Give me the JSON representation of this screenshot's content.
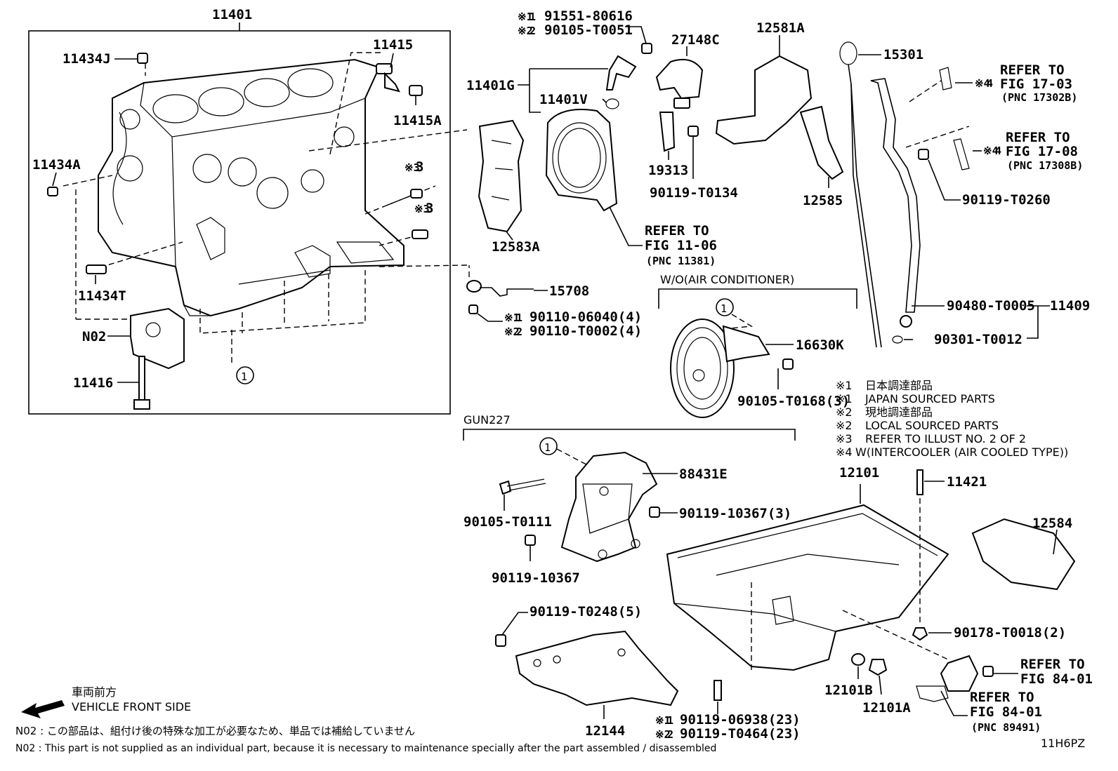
{
  "diagram_code": "11H6PZ",
  "callouts": {
    "c11401": "11401",
    "c11434J": "11434J",
    "c11415": "11415",
    "c11415A": "11415A",
    "c11434A": "11434A",
    "c11434T": "11434T",
    "cN02": "N02",
    "c11416": "11416",
    "c91551_80616": "91551-80616",
    "c90105_T0051": "90105-T0051",
    "c27148C": "27148C",
    "c12581A": "12581A",
    "c15301": "15301",
    "c11401G": "11401G",
    "c11401V": "11401V",
    "c19313": "19313",
    "c90119_T0134": "90119-T0134",
    "c12585": "12585",
    "c12583A": "12583A",
    "c90119_T0260": "90119-T0260",
    "c15708": "15708",
    "c90110_06040": "90110-06040(4)",
    "c90110_T0002": "90110-T0002(4)",
    "c16630K": "16630K",
    "c90105_T0168": "90105-T0168(3)",
    "c90480_T0005": "90480-T0005",
    "c11409": "11409",
    "c90301_T0012": "90301-T0012",
    "c88431E": "88431E",
    "c90105_T0111": "90105-T0111",
    "c90119_10367_3": "90119-10367(3)",
    "c90119_10367": "90119-10367",
    "c12101": "12101",
    "c11421": "11421",
    "c12584": "12584",
    "c90119_T0248": "90119-T0248(5)",
    "c90178_T0018": "90178-T0018(2)",
    "c12101B": "12101B",
    "c12101A": "12101A",
    "c90119_06938": "90119-06938(23)",
    "c90119_T0464": "90119-T0464(23)",
    "c12144": "12144"
  },
  "marks": {
    "m1": "※1",
    "m2": "※2",
    "m3": "※3",
    "m4": "※4"
  },
  "ref_marker": "1",
  "refs": {
    "refer_to": "REFER TO",
    "fig_17_03": "FIG 17-03",
    "pnc_17302B": "(PNC 17302B)",
    "fig_17_08": "FIG 17-08",
    "pnc_17308B": "(PNC 17308B)",
    "fig_11_06": "FIG 11-06",
    "pnc_11381": "(PNC 11381)",
    "fig_84_01": "FIG 84-01",
    "pnc_89491": "(PNC 89491)"
  },
  "groups": {
    "wo_ac": "W/O(AIR CONDITIONER)",
    "gun227": "GUN227"
  },
  "legend": {
    "l1_jp": "日本調達部品",
    "l1_en": "JAPAN SOURCED PARTS",
    "l2_jp": "現地調達部品",
    "l2_en": "LOCAL SOURCED PARTS",
    "l3": "REFER TO ILLUST NO. 2 OF 2",
    "l4": "W(INTERCOOLER (AIR COOLED TYPE))"
  },
  "front": {
    "jp": "車両前方",
    "en": "VEHICLE FRONT SIDE"
  },
  "footnotes": {
    "jp": "N02 : この部品は、組付け後の特殊な加工が必要なため、単品では補給していません",
    "en": "N02 : This part is not supplied as an individual part, because it is necessary to maintenance specially after the part assembled / disassembled"
  }
}
